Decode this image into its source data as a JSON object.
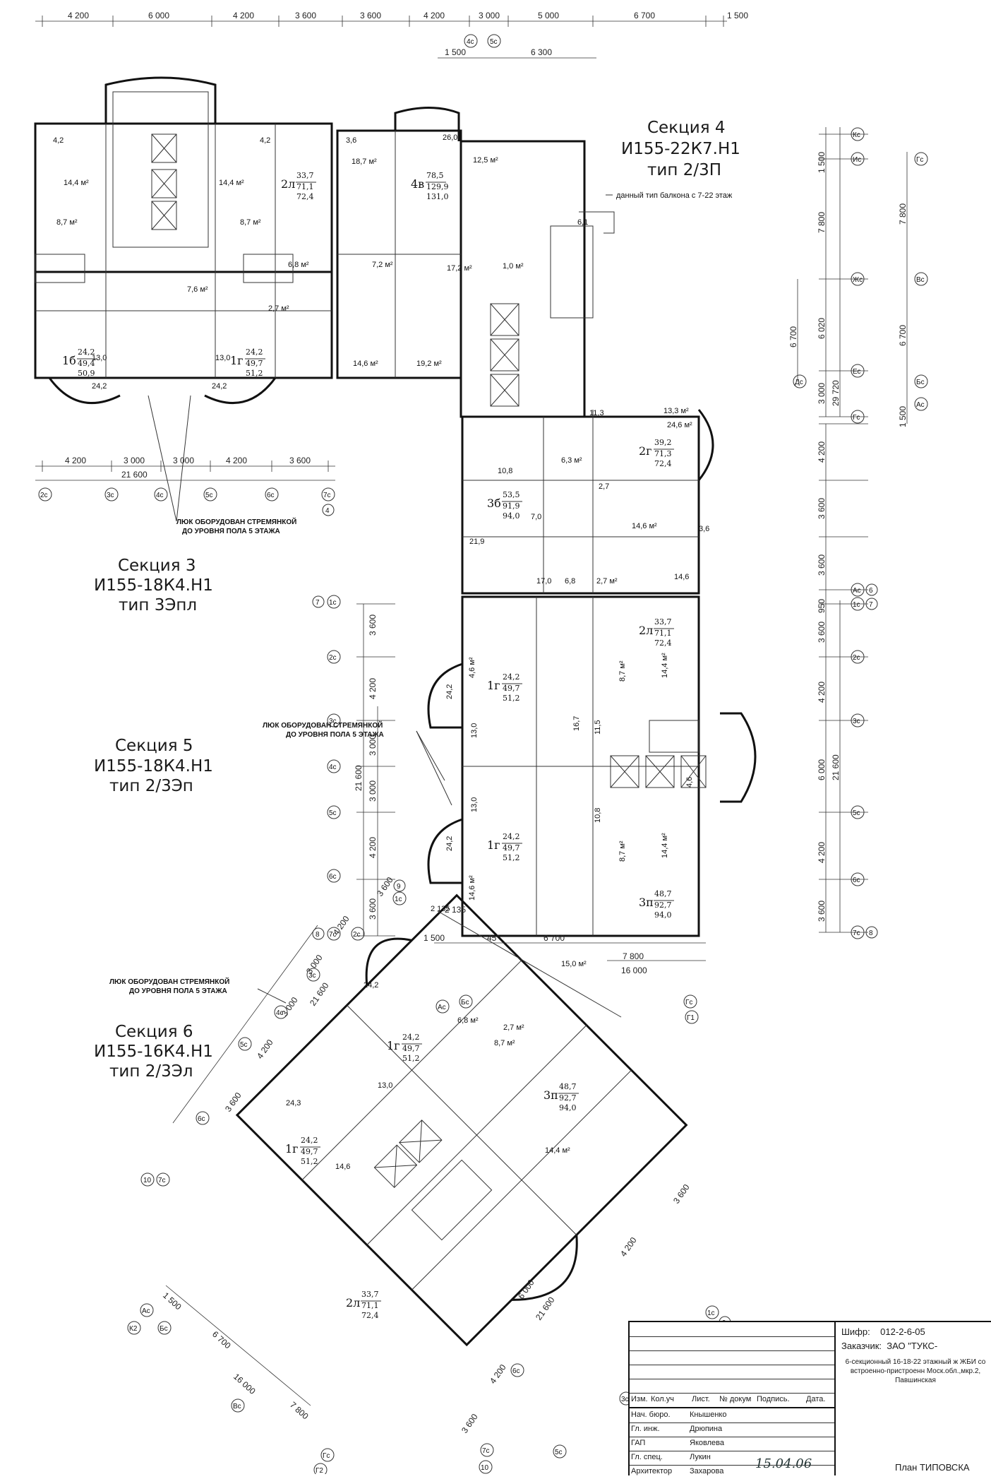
{
  "sections": [
    {
      "title": "Секция 3",
      "code": "И155-18К4.Н1",
      "type": "тип 3Эпл"
    },
    {
      "title": "Секция 4",
      "code": "И155-22К7.Н1",
      "type": "тип 2/3П"
    },
    {
      "title": "Секция 5",
      "code": "И155-18К4.Н1",
      "type": "тип 2/3Эп"
    },
    {
      "title": "Секция 6",
      "code": "И155-16К4.Н1",
      "type": "тип 2/3Эл"
    }
  ],
  "notes": {
    "hatch_line1": "ЛЮК ОБОРУДОВАН СТРЕМЯНКОЙ",
    "hatch_line2": "ДО УРОВНЯ ПОЛА  5 ЭТАЖА",
    "balcony": "данный тип балкона с 7-22 этаж"
  },
  "top_dims": [
    "4 200",
    "6 000",
    "4 200",
    "3 600",
    "3 600",
    "4 200",
    "3 000",
    "5 000",
    "6 700",
    "1 500"
  ],
  "top_dims2": [
    "1 500",
    "6 300"
  ],
  "sec3_bottom_dims": [
    "4 200",
    "3 000",
    "3 000",
    "4 200",
    "3 600"
  ],
  "sec3_total": "21 600",
  "sec4_right_dims": [
    "1 500",
    "7 800",
    "6 020",
    "3 000",
    "29 720",
    "6 700",
    "7 800",
    "6 700",
    "1 500"
  ],
  "sec5_right_dims": [
    "4 200",
    "3 600",
    "3 600",
    "950",
    "3 600",
    "4 200",
    "6 000",
    "21 600",
    "4 200",
    "3 600"
  ],
  "sec5_left_dims": [
    "3 600",
    "4 200",
    "3 000",
    "3 000",
    "21 600",
    "4 200",
    "3 600"
  ],
  "sec6_dims": [
    "1 500",
    "6 700",
    "7 800",
    "16 000",
    "2 135",
    "45°"
  ],
  "apartments": [
    {
      "label": "2л",
      "num": "33,7",
      "den": "71,1",
      "total": "72,4"
    },
    {
      "label": "4в",
      "num": "78,5",
      "den": "129,9",
      "total": "131,0"
    },
    {
      "label": "1б",
      "num": "24,2",
      "den": "49,4",
      "total": "50,9"
    },
    {
      "label": "1г",
      "num": "24,2",
      "den": "49,7",
      "total": "51,2"
    },
    {
      "label": "2г",
      "num": "39,2",
      "den": "71,3",
      "total": "72,4"
    },
    {
      "label": "3б",
      "num": "53,5",
      "den": "91,9",
      "total": "94,0"
    },
    {
      "label": "2л",
      "num": "33,7",
      "den": "71,1",
      "total": "72,4"
    },
    {
      "label": "1г",
      "num": "24,2",
      "den": "49,7",
      "total": "51,2"
    },
    {
      "label": "1г",
      "num": "24,2",
      "den": "49,7",
      "total": "51,2"
    },
    {
      "label": "3п",
      "num": "48,7",
      "den": "92,7",
      "total": "94,0"
    },
    {
      "label": "1г",
      "num": "24,2",
      "den": "49,7",
      "total": "51,2"
    },
    {
      "label": "3п",
      "num": "48,7",
      "den": "92,7",
      "total": "94,0"
    },
    {
      "label": "1г",
      "num": "24,2",
      "den": "49,7",
      "total": "51,2"
    },
    {
      "label": "2л",
      "num": "33,7",
      "den": "71,1",
      "total": "72,4"
    }
  ],
  "rooms": [
    "18,7 м²",
    "26,0",
    "12,5 м²",
    "7,2 м²",
    "17,2 м²",
    "14,6 м²",
    "19,2 м²",
    "13,3 м²",
    "24,6 м²",
    "10,8",
    "14,6 м²",
    "21,9",
    "17,0",
    "6,8",
    "2,7 м²",
    "14,6",
    "14,4 м²",
    "6,8 м²",
    "13,0",
    "24,2"
  ],
  "axes": [
    "Кс",
    "Ис",
    "Жс",
    "Ес",
    "Гс",
    "Вс",
    "Бс",
    "Ас",
    "1с",
    "2с",
    "3с",
    "4с",
    "5с",
    "6с",
    "7с",
    "4",
    "6",
    "7",
    "8",
    "9",
    "10"
  ],
  "stamp": {
    "cipher_label": "Шифр:",
    "cipher_value": "012-2-6-05",
    "customer_label": "Заказчик:",
    "customer_value": "ЗАО  \"ТУКС-",
    "description": "6-секционный 16-18-22 этажный ж ЖБИ со встроенно-пристроенн Моск.обл.,мкр.2, Павшинская",
    "header": [
      "Изм.",
      "Кол.уч",
      "Лист.",
      "№ докум",
      "Подпись.",
      "Дата."
    ],
    "staff": [
      {
        "role": "Нач. бюро.",
        "name": "Кнышенко"
      },
      {
        "role": "Гл. инж.",
        "name": "Дрюпина"
      },
      {
        "role": "ГАП",
        "name": "Яковлева"
      },
      {
        "role": "Гл. спец.",
        "name": "Лукин"
      },
      {
        "role": "Архитектор",
        "name": "Захарова"
      }
    ],
    "signature_date": "15.04.06",
    "plan_name": "План  ТИПОВСКА"
  }
}
